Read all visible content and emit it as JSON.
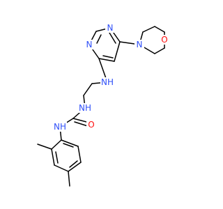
{
  "molecule": {
    "atoms": {
      "n_morph": {
        "label": "N",
        "color": "#3050F8"
      },
      "o_morph": {
        "label": "O",
        "color": "#FF0D0D"
      },
      "n_pyr_top": {
        "label": "N",
        "color": "#3050F8"
      },
      "n_pyr_mid": {
        "label": "N",
        "color": "#3050F8"
      },
      "nh_amine": {
        "label": "NH",
        "color": "#3050F8"
      },
      "nh_urea_top": {
        "label": "NH",
        "color": "#3050F8"
      },
      "o_urea": {
        "label": "O",
        "color": "#FF0D0D"
      },
      "nh_urea_bottom": {
        "label": "NH",
        "color": "#3050F8"
      }
    }
  }
}
